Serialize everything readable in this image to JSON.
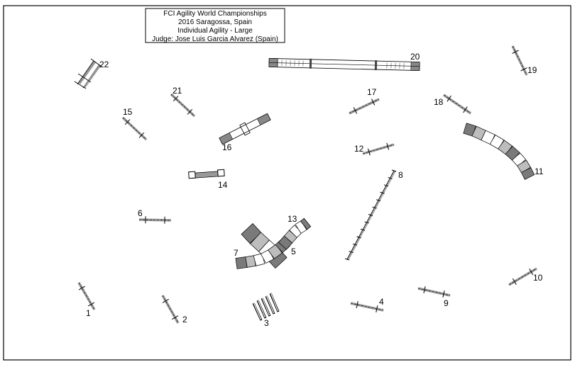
{
  "title_box": {
    "lines": [
      "FCI Agility World Championships",
      "2016 Saragossa, Spain",
      "Individual Agility - Large",
      "Judge: Jose Luis Garcia Alvarez (Spain)"
    ]
  },
  "obstacles": [
    {
      "number": "1",
      "type": "jump"
    },
    {
      "number": "2",
      "type": "jump"
    },
    {
      "number": "3",
      "type": "weave-poles"
    },
    {
      "number": "4",
      "type": "jump"
    },
    {
      "number": "5",
      "type": "tunnel"
    },
    {
      "number": "6",
      "type": "jump"
    },
    {
      "number": "7",
      "type": "tunnel"
    },
    {
      "number": "8",
      "type": "weave-poles"
    },
    {
      "number": "9",
      "type": "jump"
    },
    {
      "number": "10",
      "type": "jump"
    },
    {
      "number": "11",
      "type": "tunnel"
    },
    {
      "number": "12",
      "type": "jump"
    },
    {
      "number": "13",
      "type": "tunnel"
    },
    {
      "number": "14",
      "type": "table"
    },
    {
      "number": "15",
      "type": "jump"
    },
    {
      "number": "16",
      "type": "seesaw"
    },
    {
      "number": "17",
      "type": "jump"
    },
    {
      "number": "18",
      "type": "jump"
    },
    {
      "number": "19",
      "type": "jump"
    },
    {
      "number": "20",
      "type": "dog-walk"
    },
    {
      "number": "21",
      "type": "jump"
    },
    {
      "number": "22",
      "type": "double-jump"
    }
  ],
  "colors": {
    "stroke": "#000000",
    "contact_zone": "#888888",
    "tunnel_dark": "#7a7a7a",
    "tunnel_mid": "#bdbdbd",
    "tunnel_light": "#ffffff",
    "bar": "#999999"
  }
}
